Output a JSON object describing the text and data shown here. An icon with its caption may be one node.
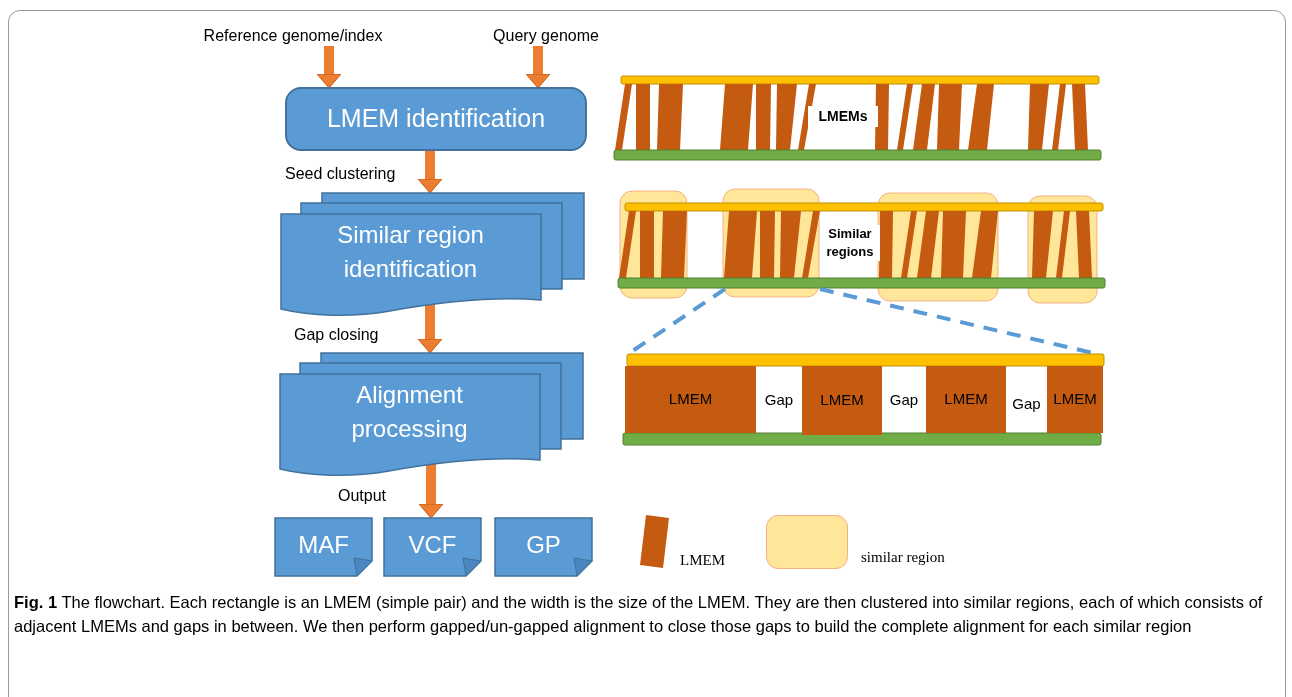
{
  "diagram": {
    "nodes": [
      {
        "text": [
          "Reference genome/index"
        ]
      },
      {
        "text": [
          "Query genome"
        ]
      },
      {
        "text": [
          "LMEM identification"
        ]
      },
      {
        "text": [
          "Similar region identification"
        ]
      },
      {
        "text": [
          "Alignment processing"
        ]
      },
      {
        "text": [
          "MAF"
        ]
      },
      {
        "text": [
          "VCF"
        ]
      },
      {
        "text": [
          "GP"
        ]
      },
      {
        "text": [
          "LMEM"
        ]
      },
      {
        "text": [
          "LMEM"
        ]
      },
      {
        "text": [
          "LMEM"
        ]
      },
      {
        "text": [
          "LMEM"
        ]
      }
    ],
    "edges": [
      {
        "from": 0,
        "to": 2,
        "arrow": "to"
      },
      {
        "from": 1,
        "to": 2,
        "arrow": "to"
      },
      {
        "from": 2,
        "to": 3,
        "arrow": "to",
        "label": "Seed clustering"
      },
      {
        "from": 3,
        "to": 4,
        "arrow": "to",
        "label": "Gap closing"
      },
      {
        "from": 4,
        "to": 6,
        "arrow": "to",
        "label": "Output"
      }
    ],
    "labels": [
      "LMEMs",
      "Similar regions",
      "Gap",
      "Gap",
      "Gap"
    ],
    "legend": [
      {
        "text": "LMEM",
        "color": "#c55a11"
      },
      {
        "text": "similar region",
        "color": "#ffe699"
      }
    ],
    "caption": "**Fig. 1** The flowchart. Each rectangle is an LMEM (simple pair) and the width is the size of the LMEM. They are then clustered into similar regions, each of which consists of adjacent LMEMs and gaps in between. We then perform gapped/un-gapped alignment to close those gaps to build the complete alignment for each similar region"
  }
}
